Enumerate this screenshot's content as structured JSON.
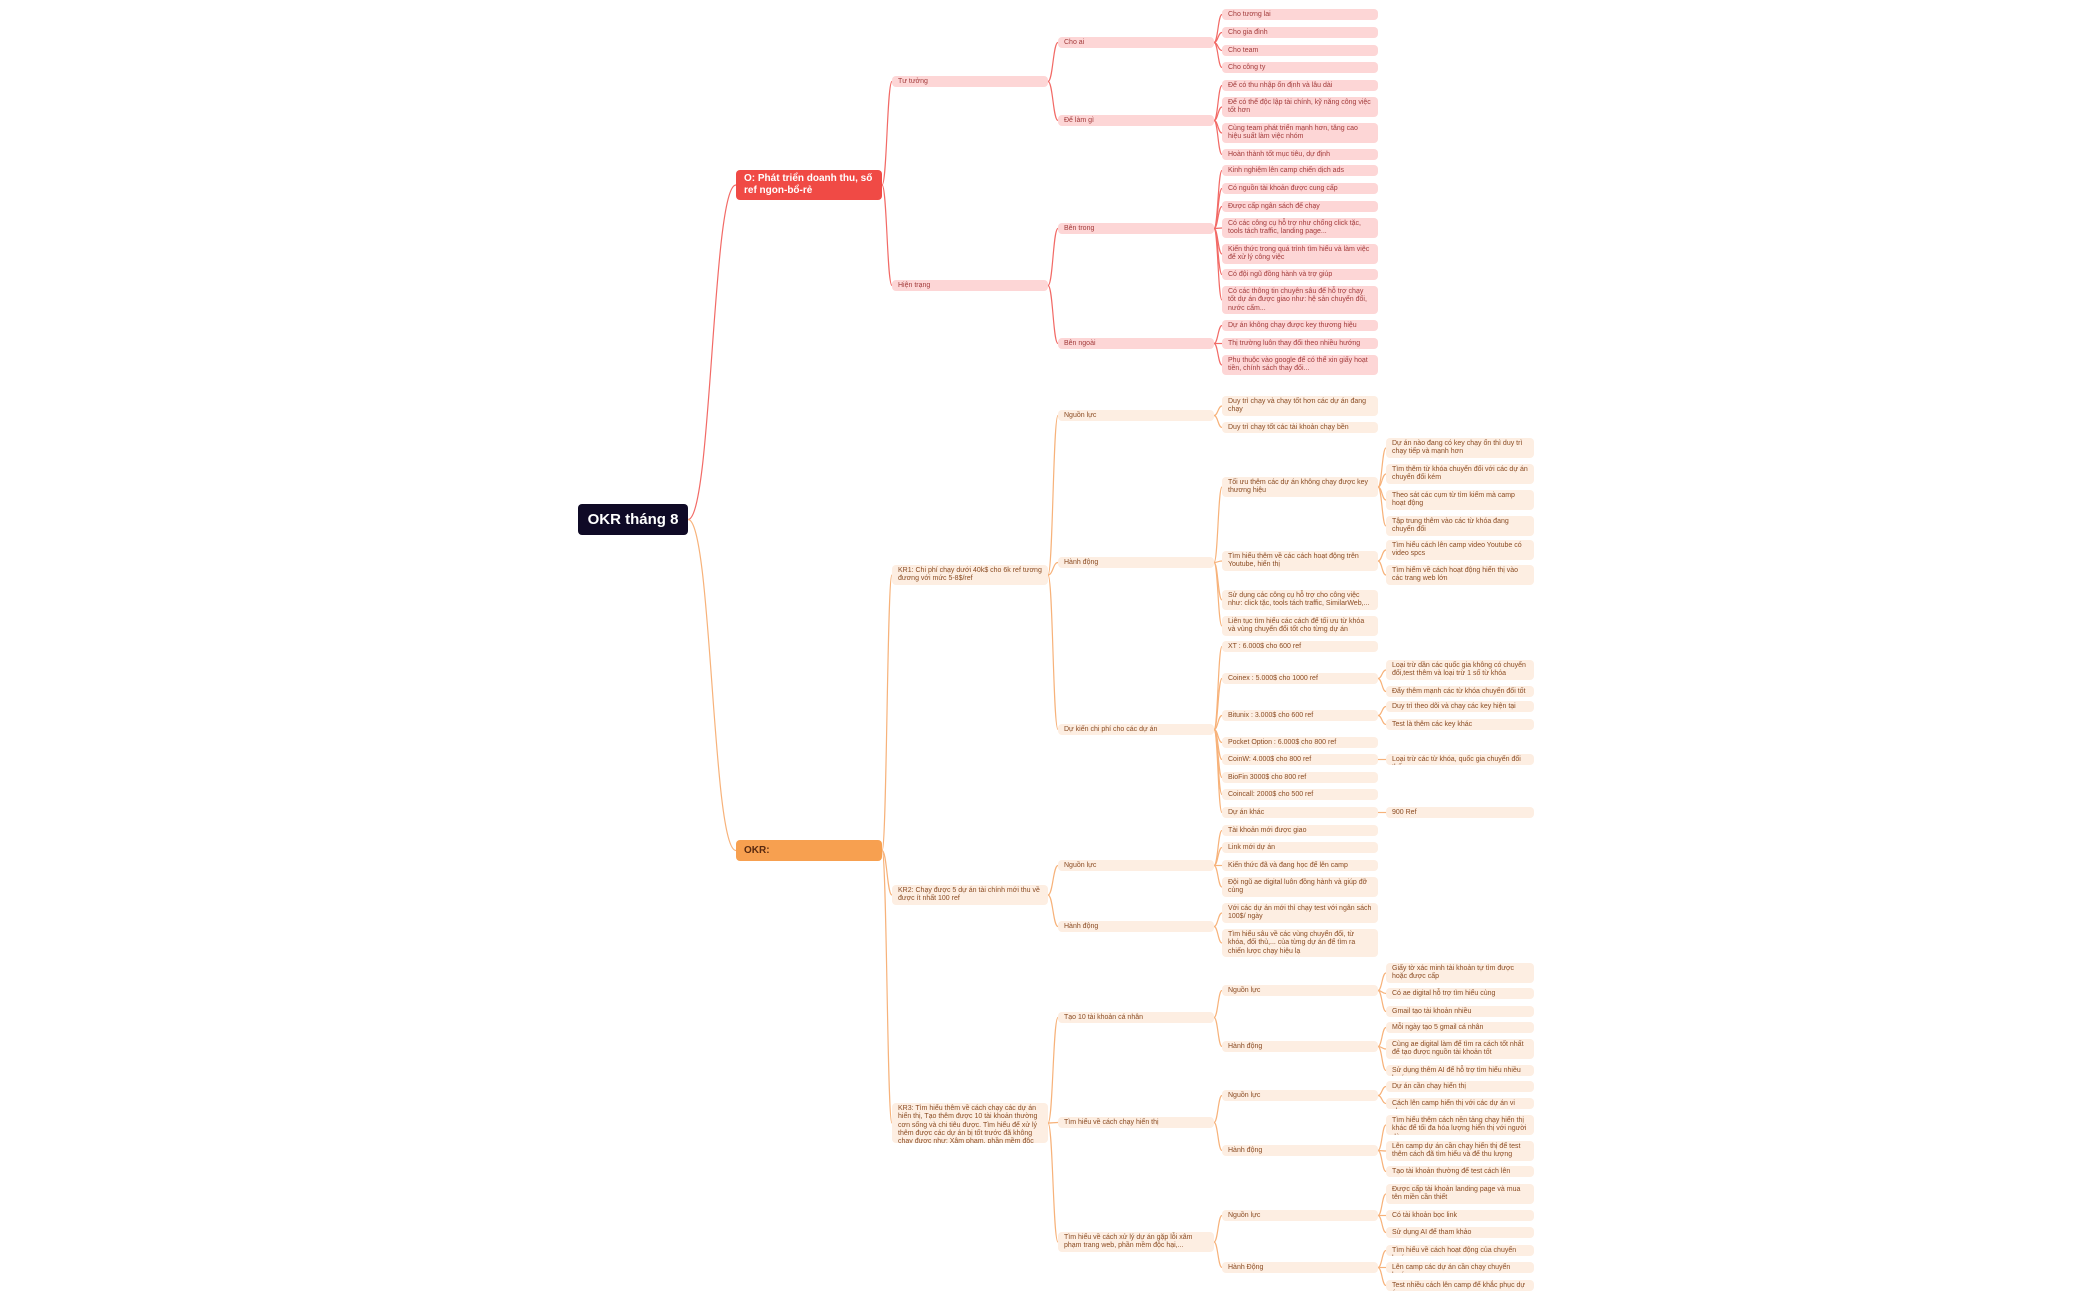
{
  "colors": {
    "root": "#0f0a26",
    "objective": "#f04a45",
    "okr": "#f7a050",
    "red_light": "#fdd6d6",
    "orange_light": "#fdeee2",
    "red_line": "#f26a66",
    "orange_line": "#f7b27a"
  },
  "mindmap": {
    "root": {
      "label": "OKR tháng 8"
    },
    "objective": {
      "label": "O: Phát triển doanh thu, số ref ngon-bổ-rẻ",
      "tu_tuong": {
        "label": "Tư tưởng",
        "cho_ai": {
          "label": "Cho ai",
          "items": [
            "Cho tương lai",
            "Cho gia đình",
            "Cho team",
            "Cho công ty"
          ]
        },
        "de_lam_gi": {
          "label": "Để làm gì",
          "items": [
            "Để có thu nhập ổn định và lâu dài",
            "Để có thể độc lập tài chính, kỹ năng công việc tốt hơn",
            "Cùng team phát triển mạnh hơn, tăng cao hiệu suất làm việc nhóm",
            "Hoàn thành tốt mục tiêu, dự định"
          ]
        }
      },
      "hien_trang": {
        "label": "Hiện trạng",
        "ben_trong": {
          "label": "Bên trong",
          "items": [
            "Kinh nghiệm lên camp chiến dịch ads",
            "Có nguồn tài khoản được cung cấp",
            "Được cấp ngân sách để chạy",
            "Có các công cụ hỗ trợ như chống click tặc, tools tách traffic, landing page...",
            "Kiến thức trong quá trình tìm hiểu và làm việc để xử lý công việc",
            "Có đội ngũ đồng hành và trợ giúp",
            "Có các thông tin chuyên sâu để hỗ trợ chạy tốt dự án được giao như: hệ sản chuyển đổi, nước cấm..."
          ]
        },
        "ben_ngoai": {
          "label": "Bên ngoài",
          "items": [
            "Dự án không chạy được key thương hiệu",
            "Thị trường luôn thay đổi theo nhiều hướng",
            "Phụ thuộc vào google để có thể xin giấy hoạt tiền, chính sách thay đổi..."
          ]
        }
      }
    },
    "okr": {
      "label": "OKR:",
      "kr1": {
        "label": "KR1: Chi phí chạy dưới 40k$ cho 6k ref tương đương với mức 5-8$/ref",
        "nguon_luc": {
          "label": "Nguồn lực",
          "items": [
            "Duy trì chạy và chạy tốt hơn các dự án đang chạy",
            "Duy trì chạy tốt các tài khoản chạy bền"
          ]
        },
        "hanh_dong": {
          "label": "Hành động",
          "a1": {
            "label": "Tối ưu thêm các dự án không chạy được key thương hiệu",
            "items": [
              "Dự án nào đang có key chạy ổn thì duy trì chạy tiếp và mạnh hơn",
              "Tìm thêm từ khóa chuyển đổi với các dự án chuyển đổi kém",
              "Theo sát các cụm từ tìm kiếm mà camp hoạt động",
              "Tập trung thêm vào các từ khóa đang chuyển đổi"
            ]
          },
          "a2": {
            "label": "Tìm hiểu thêm về các cách hoạt động trên Youtube, hiển thị",
            "items": [
              "Tìm hiểu cách lên camp video Youtube có video spcs",
              "Tìm hiểm về cách hoạt động hiển thị vào các trang web lớn"
            ]
          },
          "a3": {
            "label": "Sử dụng các công cụ hỗ trợ cho công việc như: click tặc, tools tách traffic, SimilarWeb,..."
          },
          "a4": {
            "label": "Liên tục tìm hiểu các cách để tối ưu từ khóa và vùng chuyển đổi tốt cho từng dự án"
          }
        },
        "du_kien": {
          "label": "Dự kiến chi phí cho các dự án",
          "xt": "XT : 6.000$ cho 600 ref",
          "coinex": {
            "label": "Coinex : 5.000$ cho 1000 ref",
            "items": [
              "Loại trừ dần các quốc gia không có chuyển đổi,test thêm và loại trừ 1 số từ khóa",
              "Đẩy thêm mạnh các từ khóa chuyển đổi tốt"
            ]
          },
          "bitunix": {
            "label": "Bitunix : 3.000$ cho 600 ref",
            "items": [
              "Duy trì theo dõi và chạy các key hiện tại",
              "Test là thêm các key khác"
            ]
          },
          "pocket": "Pocket Option : 6.000$ cho 800 ref",
          "coinw": {
            "label": "CoinW: 4.000$ cho 800 ref",
            "items": [
              "Loại trừ các từ khóa, quốc gia chuyển đổi thấp"
            ]
          },
          "biofin": "BioFin 3000$ cho 800 ref",
          "coincall": "Coincall: 2000$ cho 500 ref",
          "khac": {
            "label": "Dự án khác",
            "items": [
              "900 Ref"
            ]
          }
        }
      },
      "kr2": {
        "label": "KR2: Chạy được 5 dự án tài chính mới thu về được ít nhất 100 ref",
        "nguon_luc": {
          "label": "Nguồn lực",
          "items": [
            "Tài khoản mới được giao",
            "Link mới dự án",
            "Kiến thức đã và đang học để lên camp",
            "Đội ngũ ae digital luôn đồng hành và giúp đỡ cùng"
          ]
        },
        "hanh_dong": {
          "label": "Hành động",
          "items": [
            "Với các dự án mới thì chạy test với ngân sách 100$/ ngày",
            "Tìm hiểu sâu về các vùng chuyển đổi, từ khóa, đối thủ,... của từng dự án để tìm ra chiến lược chạy hiệu lạ"
          ]
        }
      },
      "kr3": {
        "label": "KR3: Tìm hiểu thêm về cách chạy các dự án hiển thị, Tạo thêm được 10 tài khoản thường cơn sống và chi tiêu được. Tìm hiểu để xử lý thêm được các dự án bị tốt trước đã không chạy được như: Xâm phạm, phần mềm độc hại,...",
        "g1": {
          "label": "Tạo 10 tài khoản cá nhân",
          "nguon_luc": {
            "label": "Nguồn lực",
            "items": [
              "Giấy tờ xác minh tài khoản tự tìm được hoặc được cấp",
              "Có ae digital hỗ trợ tìm hiểu cùng",
              "Gmail tạo tài khoản nhiều"
            ]
          },
          "hanh_dong": {
            "label": "Hành động",
            "items": [
              "Mỗi ngày tạo 5 gmail cá nhân",
              "Cùng ae digital làm để tìm ra cách tốt nhất để tạo được nguồn tài khoản tốt",
              "Sử dụng thêm AI để hỗ trợ tìm hiểu nhiều hướng"
            ]
          }
        },
        "g2": {
          "label": "Tìm hiểu về cách chạy hiển thị",
          "nguon_luc": {
            "label": "Nguồn lực",
            "items": [
              "Dự án cần chạy hiển thị",
              "Cách lên camp hiển thị với các dự án vi phạm"
            ]
          },
          "hanh_dong": {
            "label": "Hành động",
            "items": [
              "Tìm hiểu thêm cách nền tảng chạy hiển thị khác để tối đa hóa lượng hiển thị với người dùng",
              "Lên camp dự án cần chạy hiển thị để test thêm cách đã tìm hiểu và để thu lượng",
              "Tạo tài khoản thường để test cách lên camp"
            ]
          }
        },
        "g3": {
          "label": "Tìm hiểu về cách xử lý dự án gặp lỗi xâm phạm trang web, phần mềm độc hại,...",
          "nguon_luc": {
            "label": "Nguồn lực",
            "items": [
              "Được cấp tài khoản landing page và mua tên miền cần thiết",
              "Có tài khoản bọc link",
              "Sử dụng AI để tham khảo"
            ]
          },
          "hanh_dong": {
            "label": "Hành Động",
            "items": [
              "Tìm hiểu về cách hoạt động của chuyển hướng",
              "Lên camp các dự án cần chạy chuyển hướng",
              "Test nhiều cách lên camp để khắc phục dự án"
            ]
          }
        }
      }
    }
  }
}
